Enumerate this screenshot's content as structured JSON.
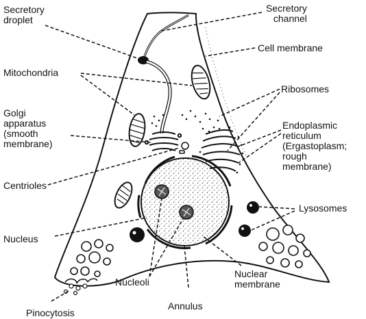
{
  "labels": {
    "secretory_droplet": "Secretory\ndroplet",
    "secretory_channel": "Secretory\nchannel",
    "cell_membrane": "Cell membrane",
    "mitochondria": "Mitochondria",
    "ribosomes": "Ribosomes",
    "golgi": "Golgi\napparatus\n(smooth\nmembrane)",
    "er": "Endoplasmic\nreticulum\n(Ergastoplasm;\nrough\nmembrane)",
    "centrioles": "Centrioles",
    "lysosomes": "Lysosomes",
    "nucleus": "Nucleus",
    "nucleoli": "Nucleoli",
    "nuclear_membrane": "Nuclear\nmembrane",
    "annulus": "Annulus",
    "pinocytosis": "Pinocytosis"
  },
  "colors": {
    "ink": "#111111",
    "background": "#ffffff"
  }
}
